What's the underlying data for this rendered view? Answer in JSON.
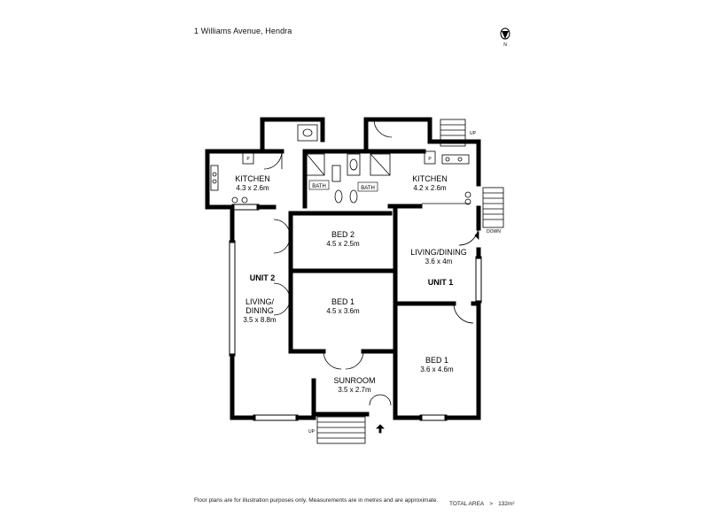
{
  "address": "1 Williams Avenue, Hendra",
  "compass": {
    "label": "N"
  },
  "rooms": {
    "kitchen_left": {
      "name": "KITCHEN",
      "dims": "4.3 x 2.6m"
    },
    "kitchen_right": {
      "name": "KITCHEN",
      "dims": "4.2 x 2.6m"
    },
    "bath_left": {
      "name": "BATH"
    },
    "bath_right": {
      "name": "BATH"
    },
    "bed2": {
      "name": "BED 2",
      "dims": "4.5 x 2.5m"
    },
    "bed1_unit2": {
      "name": "BED 1",
      "dims": "4.5 x 3.6m"
    },
    "living_unit2": {
      "name_line1": "LIVING/",
      "name_line2": "DINING",
      "dims": "3.5 x 8.8m"
    },
    "living_unit1": {
      "name": "LIVING/DINING",
      "dims": "3.6 x 4m"
    },
    "bed1_unit1": {
      "name": "BED 1",
      "dims": "3.6 x 4.6m"
    },
    "sunroom": {
      "name": "SUNROOM",
      "dims": "3.5 x 2.7m"
    }
  },
  "units": {
    "unit2": "UNIT 2",
    "unit1": "UNIT 1"
  },
  "stairs": {
    "up_top": "UP",
    "down_right": "DOWN",
    "up_bottom": "UP"
  },
  "appliance_labels": {
    "p_left": "P",
    "p_right": "P"
  },
  "footer": {
    "note": "Floor plans are for illustration purposes only. Measurements are in metres and are approximate.",
    "total_label": "TOTAL AREA",
    "total_sep": ">",
    "total_value": "132m²"
  }
}
